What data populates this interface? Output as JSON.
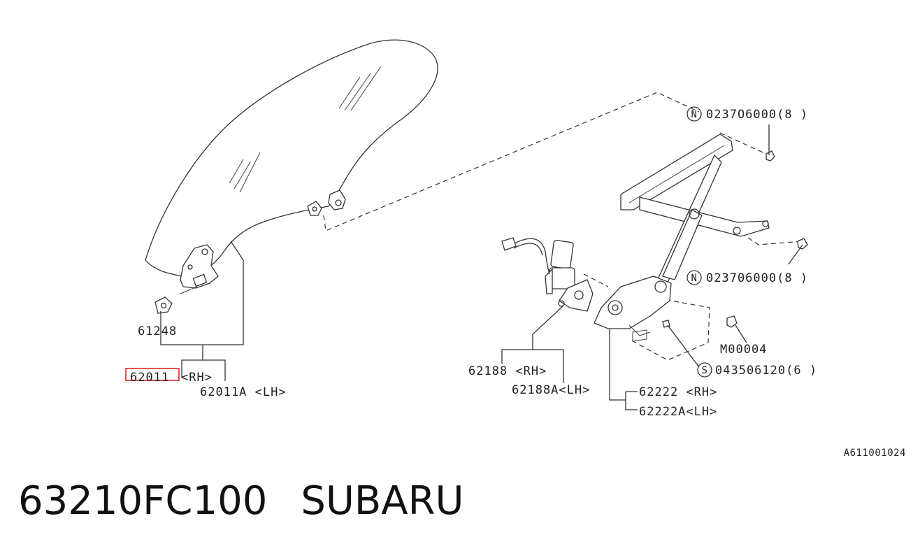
{
  "diagram": {
    "nut_label": "0237O6000(8 )",
    "nut_label_2": "023706000(8 )",
    "nut_symbol": "N",
    "screw_symbol": "S",
    "screw_label": "043506120(6 )",
    "bolt_label": "M00004",
    "labels": {
      "p61248": "61248",
      "p62011": "62011",
      "p62011_rh": "<RH>",
      "p62011a": "62011A <LH>",
      "p62188": "62188 <RH>",
      "p62188a": "62188A<LH>",
      "p62222": "62222  <RH>",
      "p62222a": "62222A<LH>"
    },
    "figure_code": "A611001024"
  },
  "footer": {
    "part_number": "63210FC100",
    "brand": "SUBARU"
  },
  "colors": {
    "highlight": "#e0252b",
    "line": "#333333"
  }
}
